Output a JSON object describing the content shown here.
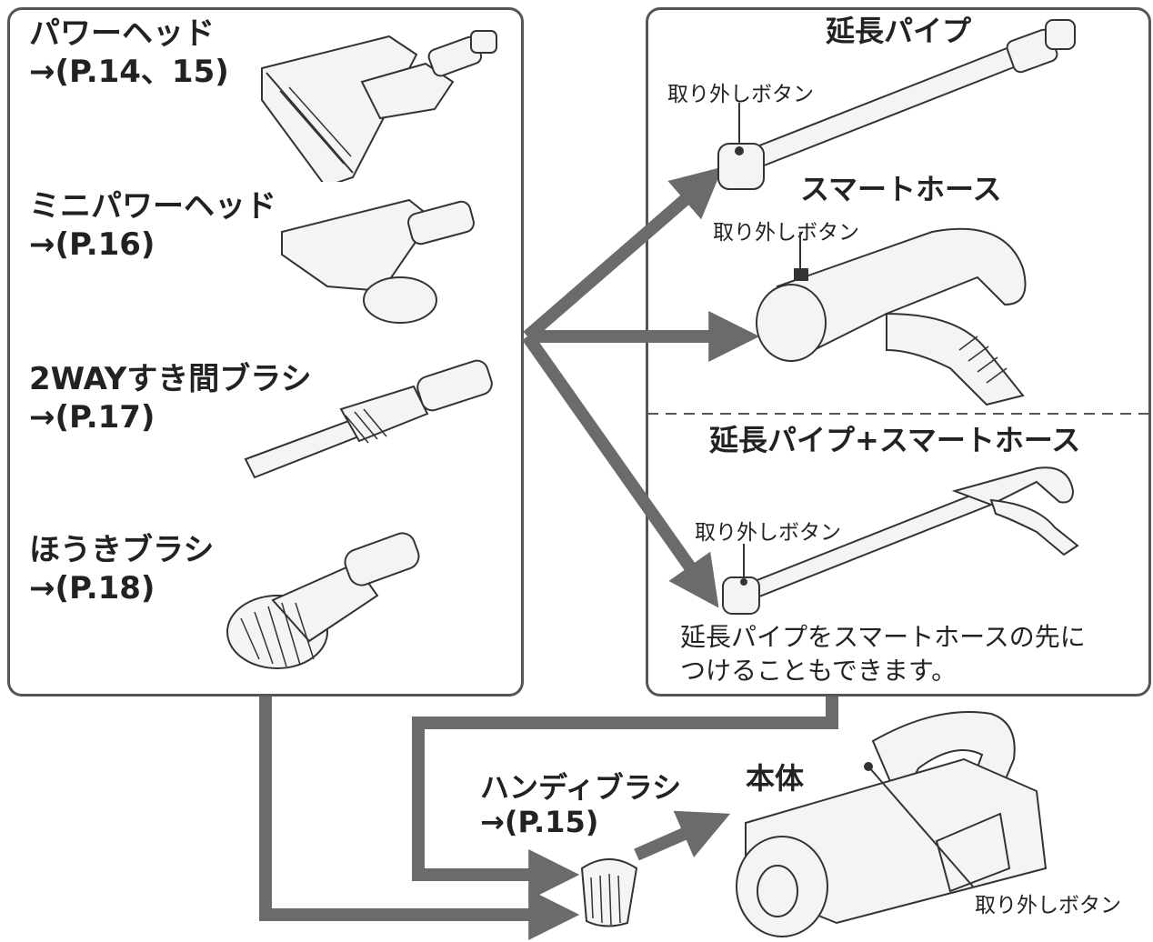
{
  "left_box": {
    "items": [
      {
        "name": "パワーヘッド",
        "ref": "→(P.14、15)"
      },
      {
        "name": "ミニパワーヘッド",
        "ref": "→(P.16)"
      },
      {
        "name": "2WAYすき間ブラシ",
        "ref": "→(P.17)"
      },
      {
        "name": "ほうきブラシ",
        "ref": "→(P.18)"
      }
    ]
  },
  "right_box": {
    "extension_pipe": "延長パイプ",
    "smart_hose": "スマートホース",
    "combo": "延長パイプ+スマートホース",
    "release_button": "取り外しボタン",
    "note_line1": "延長パイプをスマートホースの先に",
    "note_line2": "つけることもできます。"
  },
  "bottom": {
    "handy_brush": "ハンディブラシ",
    "handy_ref": "→(P.15)",
    "main_body": "本体",
    "release_button": "取り外しボタン"
  },
  "colors": {
    "arrow": "#6b6b6b",
    "border": "#555555"
  }
}
